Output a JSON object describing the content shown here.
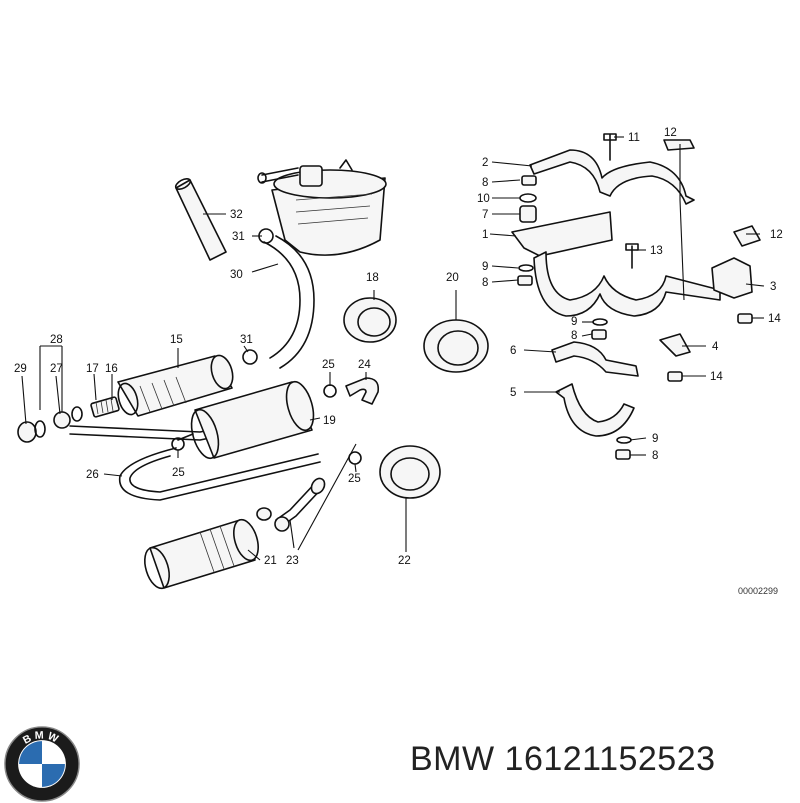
{
  "diagram": {
    "reference_code": "00002299",
    "callouts": {
      "c1": "1",
      "c2": "2",
      "c3": "3",
      "c4": "4",
      "c5": "5",
      "c6": "6",
      "c7": "7",
      "c8a": "8",
      "c8b": "8",
      "c8c": "8",
      "c9a": "9",
      "c9b": "9",
      "c9c": "9",
      "c10": "10",
      "c11": "11",
      "c12a": "12",
      "c12b": "12",
      "c13": "13",
      "c14a": "14",
      "c14b": "14",
      "c15": "15",
      "c16": "16",
      "c17": "17",
      "c18": "18",
      "c19": "19",
      "c20": "20",
      "c21": "21",
      "c22": "22",
      "c23": "23",
      "c24": "24",
      "c25a": "25",
      "c25b": "25",
      "c25c": "25",
      "c26": "26",
      "c27": "27",
      "c28": "28",
      "c29": "29",
      "c30": "30",
      "c31a": "31",
      "c31b": "31",
      "c32": "32"
    }
  },
  "footer": {
    "brand": "BMW",
    "part_number": "16121152523",
    "logo_text": "BMW",
    "logo_colors": {
      "ring": "#1b1b1b",
      "blue": "#2b6cb0",
      "white": "#ffffff"
    }
  }
}
